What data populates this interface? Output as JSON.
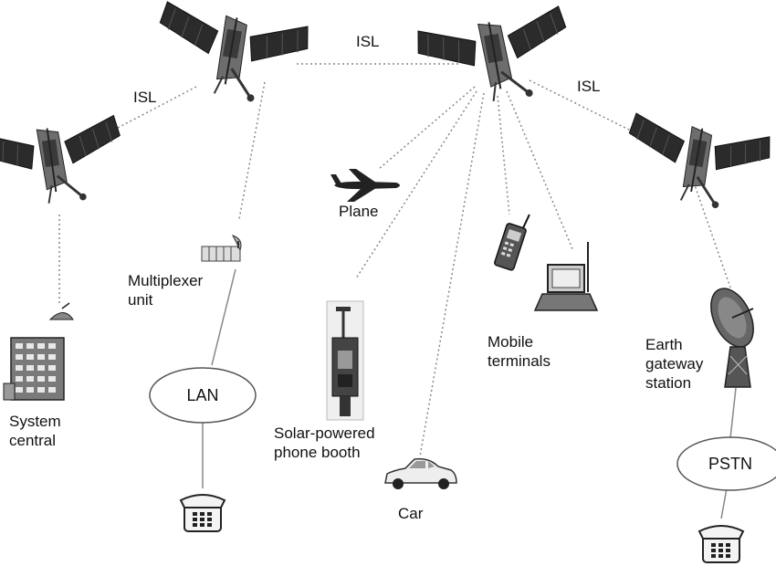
{
  "diagram": {
    "links": {
      "isl_left": "ISL",
      "isl_top": "ISL",
      "isl_right": "ISL"
    },
    "terminals": {
      "plane": "Plane",
      "multiplexer": [
        "Multiplexer",
        "unit"
      ],
      "system_central": [
        "System",
        "central"
      ],
      "lan": "LAN",
      "phone_booth": [
        "Solar-powered",
        "phone booth"
      ],
      "car": "Car",
      "mobile": [
        "Mobile",
        "terminals"
      ],
      "gateway": [
        "Earth",
        "gateway",
        "station"
      ],
      "pstn": "PSTN"
    }
  }
}
